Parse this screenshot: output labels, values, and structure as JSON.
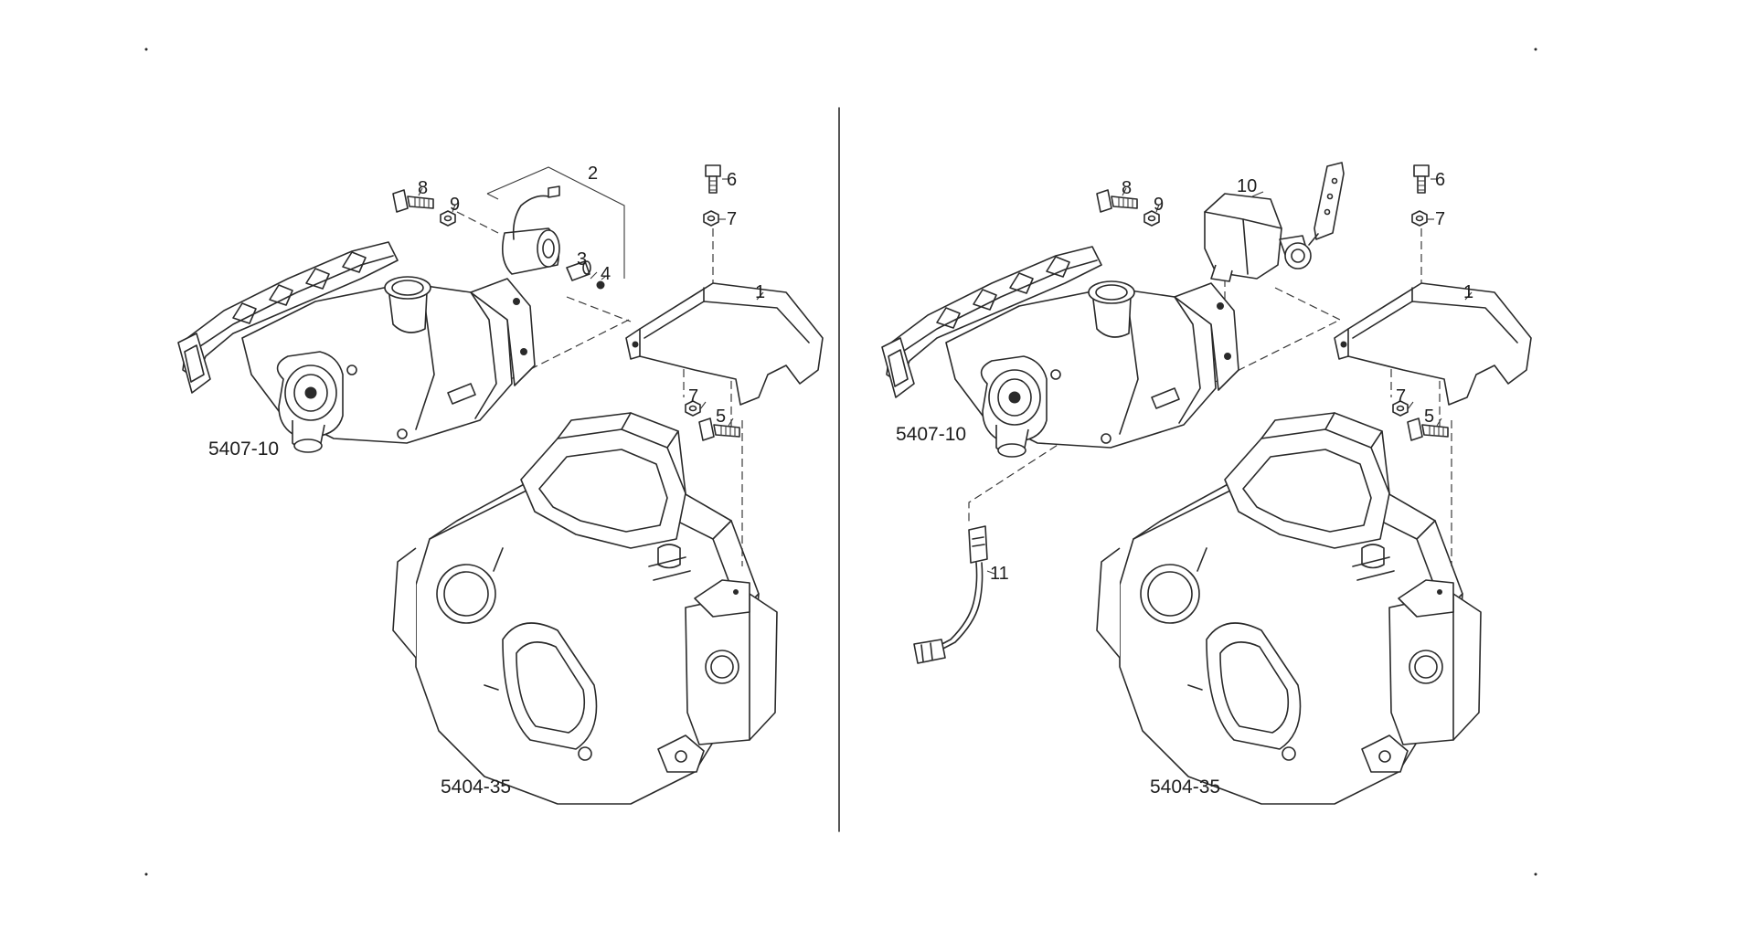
{
  "views": [
    {
      "id": "left",
      "callouts": {
        "c1": "1",
        "c2": "2",
        "c3": "3",
        "c4": "4",
        "c5": "5",
        "c6": "6",
        "c7a": "7",
        "c7b": "7",
        "c8": "8",
        "c9": "9"
      },
      "refs": {
        "manifold": "5407-10",
        "housing": "5404-35"
      }
    },
    {
      "id": "right",
      "callouts": {
        "c1": "1",
        "c5": "5",
        "c6": "6",
        "c7a": "7",
        "c7b": "7",
        "c8": "8",
        "c9": "9",
        "c10": "10",
        "c11": "11"
      },
      "refs": {
        "manifold": "5407-10",
        "housing": "5404-35"
      }
    }
  ]
}
